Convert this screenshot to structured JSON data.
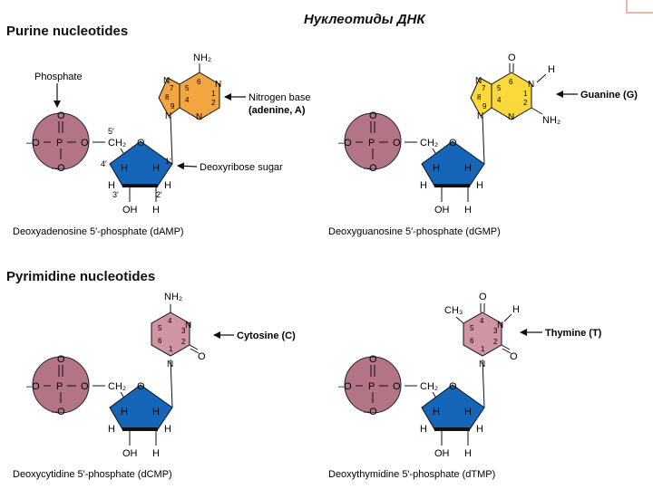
{
  "slide_title": "Нуклеотиды ДНК",
  "purine_heading": "Purine nucleotides",
  "pyrimidine_heading": "Pyrimidine nucleotides",
  "labels": {
    "phosphate": "Phosphate",
    "nitrogen_base": "Nitrogen base",
    "adenine": "(adenine, A)",
    "deoxyribose_sugar": "Deoxyribose sugar",
    "guanine": "Guanine (G)",
    "cytosine": "Cytosine (C)",
    "thymine": "Thymine (T)"
  },
  "captions": {
    "damp": "Deoxyadenosine 5′-phosphate (dAMP)",
    "dgmp": "Deoxyguanosine 5′-phosphate (dGMP)",
    "dcmp": "Deoxycytidine 5′-phosphate (dCMP)",
    "dtmp": "Deoxythymidine 5′-phosphate (dTMP)"
  },
  "chem": {
    "O": "O",
    "P": "P",
    "N": "N",
    "H": "H",
    "neg_o": "–O",
    "dash": "–",
    "ch2": "CH₂",
    "oh": "OH",
    "nh2": "NH₂",
    "ch3": "CH₃",
    "p5": "5′",
    "p4": "4′",
    "p3": "3′",
    "p2": "2′",
    "p1": "1′",
    "n1": "1",
    "n2": "2",
    "n3": "3",
    "n4": "4",
    "n5": "5",
    "n6": "6",
    "n7": "7",
    "n8": "8",
    "n9": "9"
  },
  "colors": {
    "phosphate": "#b37585",
    "sugar": "#1565b8",
    "adenine": "#f2a541",
    "guanine": "#f9d93c",
    "pyrimidine": "#cf95a2",
    "ink": "#111111",
    "accent": "#e7b9aa"
  }
}
